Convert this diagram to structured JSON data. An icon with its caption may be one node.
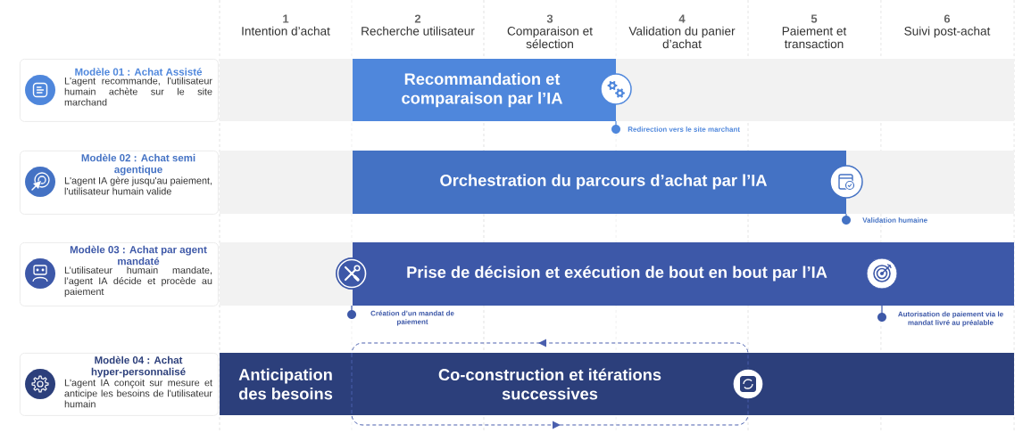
{
  "diagram": {
    "nodes": [
      {
        "text": [
          "Modèle 01 : Achat Assisté",
          "L'agent recommande, l'utilisateur humain achète sur le site marchand"
        ]
      },
      {
        "text": [
          "Recommandation et comparaison par l’IA"
        ],
        "beside": [
          "Redirection vers le site marchant"
        ]
      },
      {
        "text": [
          "Modèle 02 : Achat semi agentique",
          "L'agent IA gère jusqu'au paiement, l'utilisateur humain valide"
        ]
      },
      {
        "text": [
          "Orchestration du parcours d’achat par l’IA"
        ],
        "beside": [
          "Validation humaine"
        ]
      },
      {
        "text": [
          "Modèle 03 : Achat par agent mandaté",
          "L’utilisateur humain mandate, l’agent IA décide et procède au paiement"
        ]
      },
      {
        "text": [
          "Prise de décision et exécution de bout en bout par l’IA"
        ],
        "beside": [
          "Création d’un mandat de paiement",
          "Autorisation de paiement via le mandat livré au préalable"
        ]
      },
      {
        "text": [
          "Modèle 04 : Achat hyper-personnalisé",
          "L'agent IA conçoit sur mesure et anticipe les besoins de l'utilisateur humain"
        ]
      },
      {
        "text": [
          "Anticipation des besoins"
        ]
      },
      {
        "text": [
          "Co-construction et itérations successives"
        ]
      }
    ],
    "labels": [
      "1",
      "Intention d’achat",
      "2",
      "Recherche utilisateur",
      "3",
      "Comparaison et sélection",
      "4",
      "Validation du panier d’achat",
      "5",
      "Paiement et transaction",
      "6",
      "Suivi post-achat"
    ]
  }
}
